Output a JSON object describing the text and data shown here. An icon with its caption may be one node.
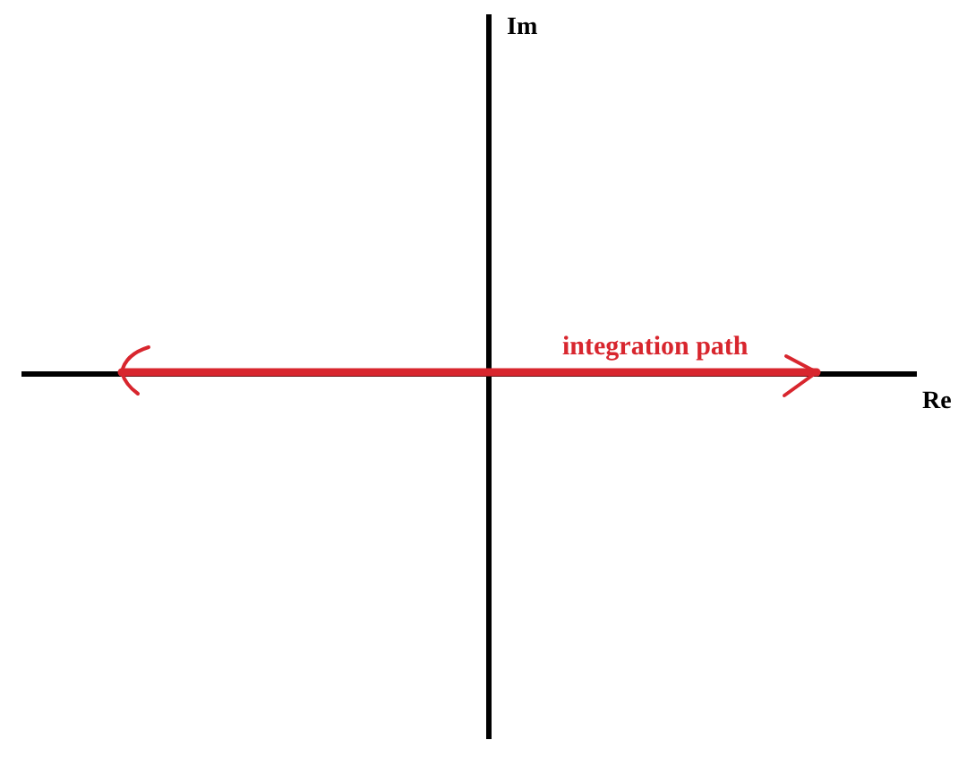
{
  "diagram": {
    "labels": [
      "Im",
      "integration path",
      "Re"
    ]
  }
}
